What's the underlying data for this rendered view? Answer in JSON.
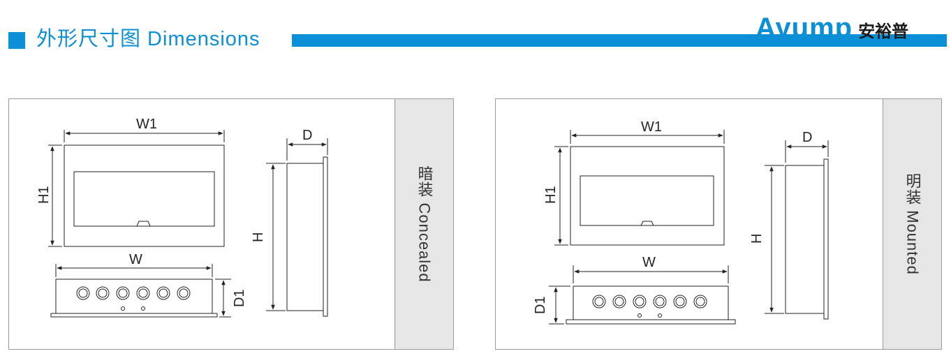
{
  "header": {
    "title": "外形尺寸图 Dimensions",
    "brand_name": "Ayump",
    "brand_cn": "安裕普",
    "accent_color": "#0b8fd6"
  },
  "panels": [
    {
      "id": "concealed",
      "side_label": "暗装 Concealed",
      "labels": {
        "w1": "W1",
        "h1": "H1",
        "w": "W",
        "d1": "D1",
        "h": "H",
        "d": "D"
      }
    },
    {
      "id": "mounted",
      "side_label": "明装 Mounted",
      "labels": {
        "w1": "W1",
        "h1": "H1",
        "w": "W",
        "d1": "D1",
        "h": "H",
        "d": "D"
      }
    }
  ]
}
